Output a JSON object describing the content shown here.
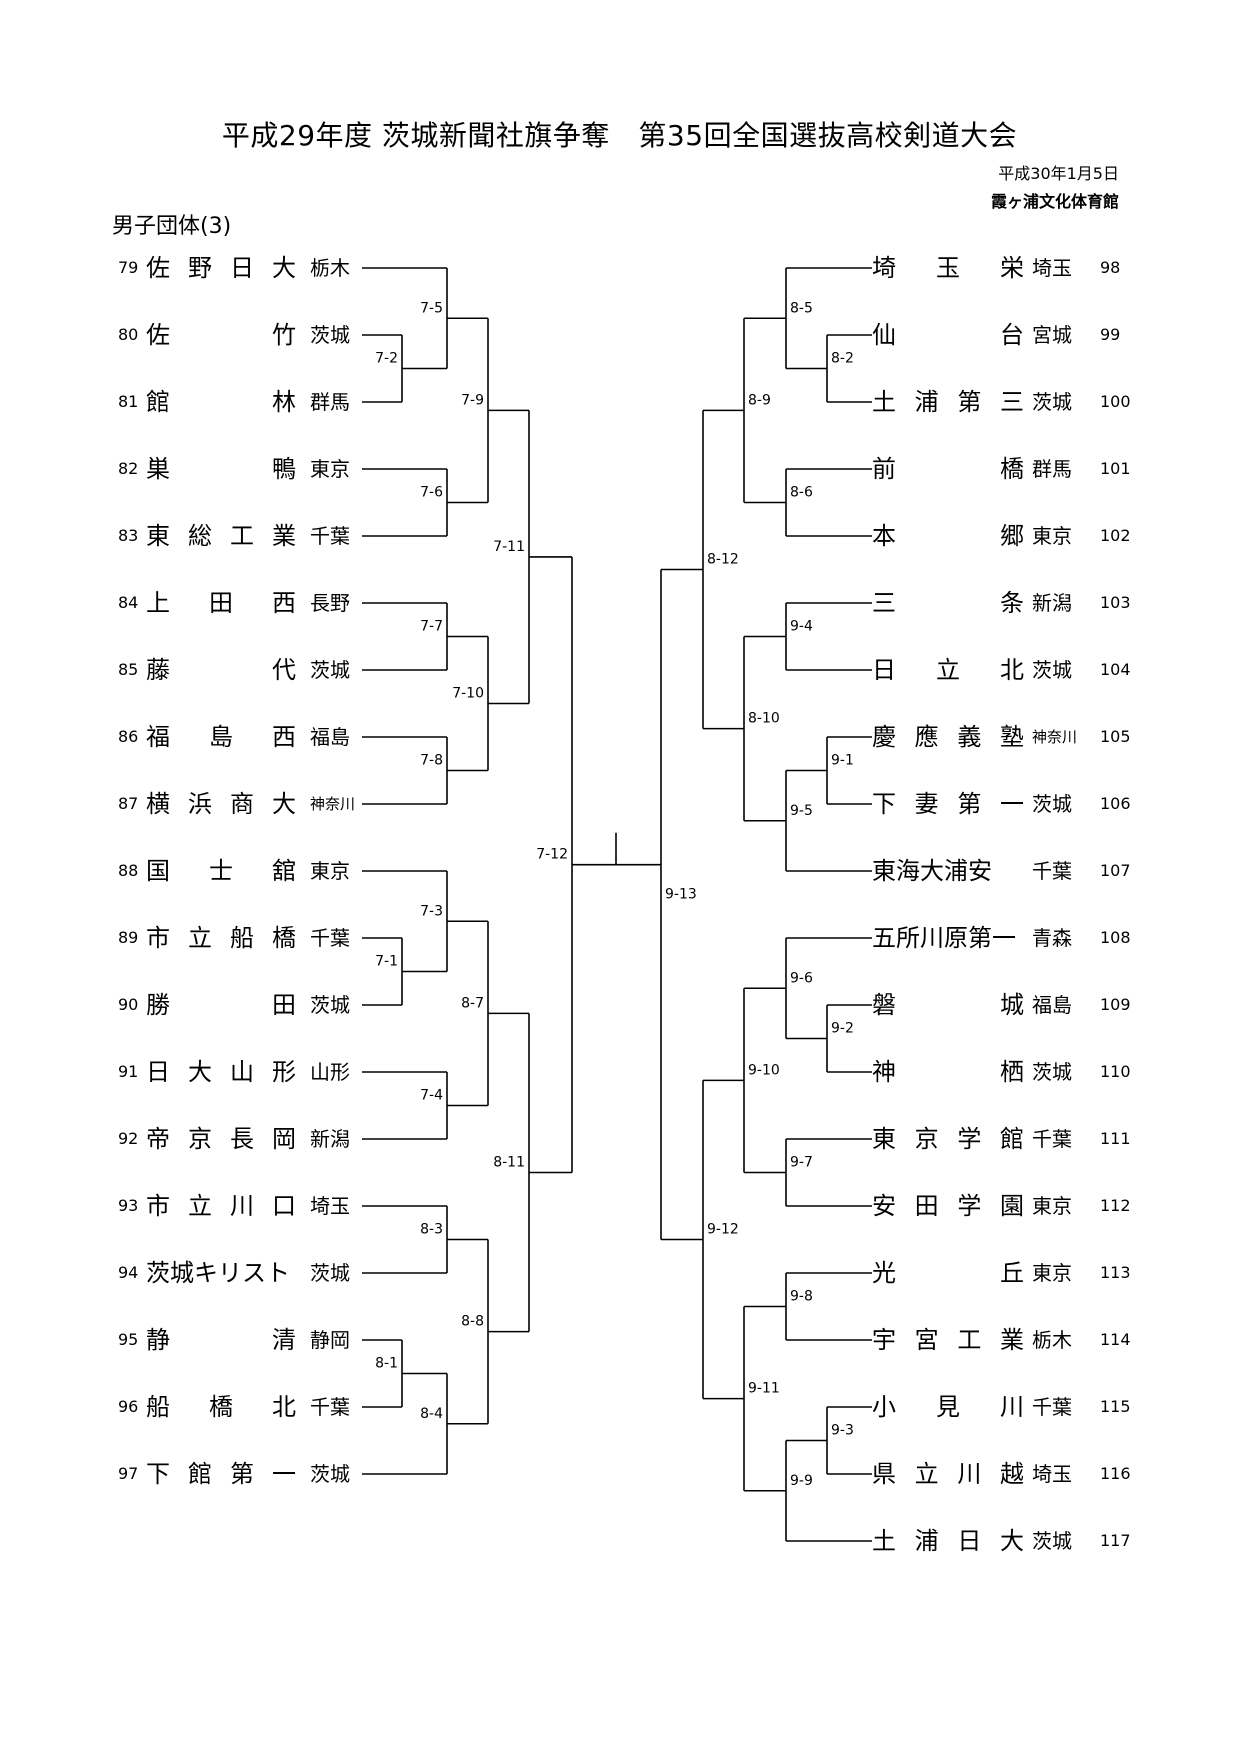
{
  "header": {
    "title": "平成29年度 茨城新聞社旗争奪　第35回全国選抜高校剣道大会",
    "date": "平成30年1月5日",
    "venue": "霞ヶ浦文化体育館",
    "section": "男子団体(3)"
  },
  "left_teams": [
    {
      "num": "79",
      "name": "佐野日大",
      "pref": "栃木"
    },
    {
      "num": "80",
      "name": "佐竹",
      "pref": "茨城"
    },
    {
      "num": "81",
      "name": "館林",
      "pref": "群馬"
    },
    {
      "num": "82",
      "name": "巣鴨",
      "pref": "東京"
    },
    {
      "num": "83",
      "name": "東総工業",
      "pref": "千葉"
    },
    {
      "num": "84",
      "name": "上田西",
      "pref": "長野"
    },
    {
      "num": "85",
      "name": "藤代",
      "pref": "茨城"
    },
    {
      "num": "86",
      "name": "福島西",
      "pref": "福島"
    },
    {
      "num": "87",
      "name": "横浜商大",
      "pref": "神奈川"
    },
    {
      "num": "88",
      "name": "国士舘",
      "pref": "東京"
    },
    {
      "num": "89",
      "name": "市立船橋",
      "pref": "千葉"
    },
    {
      "num": "90",
      "name": "勝田",
      "pref": "茨城"
    },
    {
      "num": "91",
      "name": "日大山形",
      "pref": "山形"
    },
    {
      "num": "92",
      "name": "帝京長岡",
      "pref": "新潟"
    },
    {
      "num": "93",
      "name": "市立川口",
      "pref": "埼玉"
    },
    {
      "num": "94",
      "name": "茨城キリスト",
      "pref": "茨城"
    },
    {
      "num": "95",
      "name": "静清",
      "pref": "静岡"
    },
    {
      "num": "96",
      "name": "船橋北",
      "pref": "千葉"
    },
    {
      "num": "97",
      "name": "下館第一",
      "pref": "茨城"
    }
  ],
  "right_teams": [
    {
      "num": "98",
      "name": "埼玉栄",
      "pref": "埼玉"
    },
    {
      "num": "99",
      "name": "仙台",
      "pref": "宮城"
    },
    {
      "num": "100",
      "name": "土浦第三",
      "pref": "茨城"
    },
    {
      "num": "101",
      "name": "前橋",
      "pref": "群馬"
    },
    {
      "num": "102",
      "name": "本郷",
      "pref": "東京"
    },
    {
      "num": "103",
      "name": "三条",
      "pref": "新潟"
    },
    {
      "num": "104",
      "name": "日立北",
      "pref": "茨城"
    },
    {
      "num": "105",
      "name": "慶應義塾",
      "pref": "神奈川"
    },
    {
      "num": "106",
      "name": "下妻第一",
      "pref": "茨城"
    },
    {
      "num": "107",
      "name": "東海大浦安",
      "pref": "千葉"
    },
    {
      "num": "108",
      "name": "五所川原第一",
      "pref": "青森"
    },
    {
      "num": "109",
      "name": "磐城",
      "pref": "福島"
    },
    {
      "num": "110",
      "name": "神栖",
      "pref": "茨城"
    },
    {
      "num": "111",
      "name": "東京学館",
      "pref": "千葉"
    },
    {
      "num": "112",
      "name": "安田学園",
      "pref": "東京"
    },
    {
      "num": "113",
      "name": "光丘",
      "pref": "東京"
    },
    {
      "num": "114",
      "name": "宇宮工業",
      "pref": "栃木"
    },
    {
      "num": "115",
      "name": "小見川",
      "pref": "千葉"
    },
    {
      "num": "116",
      "name": "県立川越",
      "pref": "埼玉"
    },
    {
      "num": "117",
      "name": "土浦日大",
      "pref": "茨城"
    }
  ],
  "match_labels": {
    "m7_1": "7-1",
    "m7_2": "7-2",
    "m7_3": "7-3",
    "m7_4": "7-4",
    "m7_5": "7-5",
    "m7_6": "7-6",
    "m7_7": "7-7",
    "m7_8": "7-8",
    "m7_9": "7-9",
    "m7_10": "7-10",
    "m7_11": "7-11",
    "m7_12": "7-12",
    "m8_1": "8-1",
    "m8_2": "8-2",
    "m8_3": "8-3",
    "m8_4": "8-4",
    "m8_5": "8-5",
    "m8_6": "8-6",
    "m8_7": "8-7",
    "m8_8": "8-8",
    "m8_9": "8-9",
    "m8_10": "8-10",
    "m8_11": "8-11",
    "m8_12": "8-12",
    "m9_1": "9-1",
    "m9_2": "9-2",
    "m9_3": "9-3",
    "m9_4": "9-4",
    "m9_5": "9-5",
    "m9_6": "9-6",
    "m9_7": "9-7",
    "m9_8": "9-8",
    "m9_9": "9-9",
    "m9_10": "9-10",
    "m9_11": "9-11",
    "m9_12": "9-12",
    "m9_13": "9-13"
  }
}
